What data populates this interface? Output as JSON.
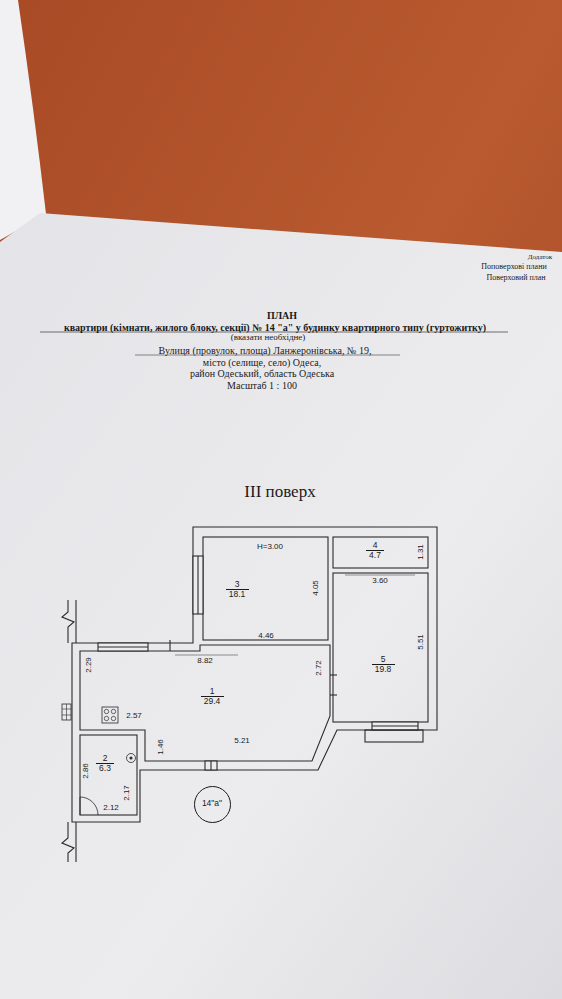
{
  "diagram": {
    "title": "ПЛАН",
    "nodes": [
      {
        "text": [
          "3",
          "18.1"
        ]
      },
      {
        "text": [
          "4",
          "4.7"
        ]
      },
      {
        "text": [
          "5",
          "19.8"
        ]
      },
      {
        "text": [
          "1",
          "29.4"
        ]
      },
      {
        "text": [
          "2",
          "6.3"
        ]
      },
      {
        "text": [
          "14\"а\""
        ]
      }
    ],
    "labels": [
      "Додаток",
      "Поповерхові плани",
      "Поверховий план",
      "квартири (кімнати, жилого блоку, секції) № 14 \"а\" у будинку квартирного типу (гуртожитку)",
      "(вказати необхідне)",
      "Вулиця (провулок, площа) Ланжеронівська, № 19,",
      "місто (селище, село) Одеса,",
      "район Одеський, область Одеська",
      "Масштаб 1 : 100",
      "III поверх",
      "H=3.00",
      "1.31",
      "4.05",
      "3.60",
      "5.51",
      "4.46",
      "8.82",
      "2.72",
      "2.29",
      "2.57",
      "1.46",
      "5.21",
      "2.86",
      "2.17",
      "2.12"
    ]
  }
}
